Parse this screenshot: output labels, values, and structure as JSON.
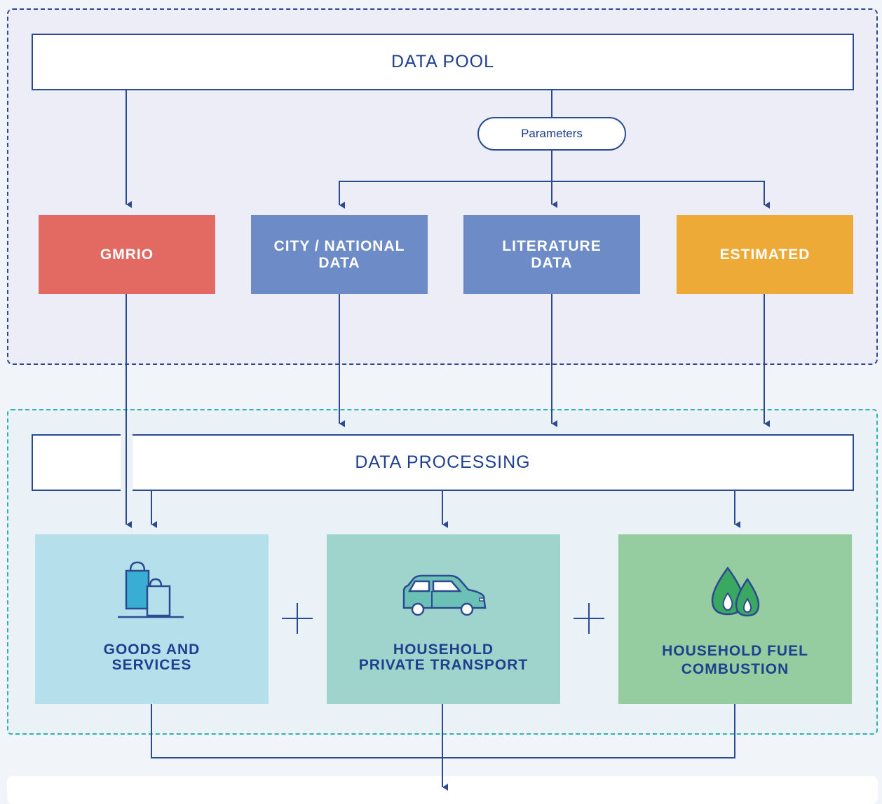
{
  "data_pool": {
    "label": "DATA POOL"
  },
  "parameters": {
    "label": "Parameters"
  },
  "sources": [
    {
      "label": "GMRIO",
      "color": "#e36963"
    },
    {
      "label": "CITY / NATIONAL\nDATA",
      "color": "#6d8bc7"
    },
    {
      "label": "LITERATURE\nDATA",
      "color": "#6d8bc7"
    },
    {
      "label": "ESTIMATED",
      "color": "#eeaa37"
    }
  ],
  "data_processing": {
    "label": "DATA PROCESSING"
  },
  "categories": [
    {
      "label": "GOODS AND\nSERVICES",
      "icon": "shopping-bags-icon",
      "color": "#b5dfea"
    },
    {
      "label": "HOUSEHOLD\nPRIVATE TRANSPORT",
      "icon": "car-icon",
      "color": "#9fd4cd"
    },
    {
      "label": "HOUSEHOLD FUEL\nCOMBUSTION",
      "icon": "fuel-drops-icon",
      "color": "#95cca0"
    }
  ],
  "colors": {
    "line": "#2b4a92",
    "pool_border": "#2b4a92",
    "processing_border": "#2eb3b0"
  }
}
